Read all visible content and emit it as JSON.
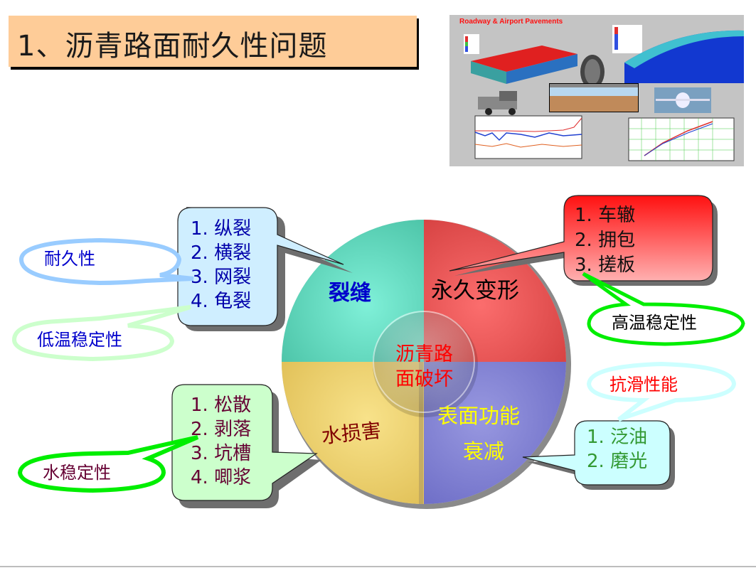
{
  "slide": {
    "title": "1、沥青路面耐久性问题",
    "title_bg": "#fecc98"
  },
  "photo": {
    "title": "Roadway & Airport Pavements",
    "description": "Collage: pavement FE model, tire, truck, pavement layer section, airplane, test-data line chart, log-log chart"
  },
  "wheel": {
    "center": {
      "line1": "沥青路",
      "line2": "面破坏",
      "color": "#ff0000"
    },
    "segments": [
      {
        "id": "cracking",
        "label": "裂缝",
        "color": "#6fe0c4",
        "text_color": "#0000cc"
      },
      {
        "id": "permanent_deformation",
        "label": "永久变形",
        "color": "#f25c5c",
        "text_color": "#000000"
      },
      {
        "id": "water_damage",
        "label": "水损害",
        "color": "#f3d97a",
        "text_color": "#800000"
      },
      {
        "id": "surface_function",
        "label_line1": "表面功能",
        "label_line2": "衰减",
        "color": "#8a8ad8",
        "text_color": "#ffff00"
      }
    ]
  },
  "callouts": {
    "cracking": {
      "items": [
        "1. 纵裂",
        "2. 横裂",
        "3. 网裂",
        "4. 龟裂"
      ],
      "bg": "#cfeeff",
      "text_color": "#0000aa"
    },
    "deformation": {
      "items": [
        "1. 车辙",
        "2. 拥包",
        "3. 搓板"
      ],
      "bg_top": "#ff1010",
      "bg_bottom": "#ffb0b0"
    },
    "water": {
      "items": [
        "1. 松散",
        "2. 剥落",
        "3. 坑槽",
        "4. 唧浆"
      ],
      "bg": "#ccffcc",
      "text_color": "#660033"
    },
    "surface": {
      "items": [
        "1. 泛油",
        "2. 磨光"
      ],
      "bg": "#ccffff",
      "text_color": "#339933"
    }
  },
  "property_bubbles": {
    "durability": {
      "label": "耐久性",
      "border": "#99ccff",
      "text_color": "#0000cc"
    },
    "low_temp": {
      "label": "低温稳定性",
      "border": "#ccffcc",
      "text_color": "#0000cc"
    },
    "high_temp": {
      "label": "高温稳定性",
      "border": "#00ff00",
      "text_color": "#000000"
    },
    "skid": {
      "label": "抗滑性能",
      "border": "#ccffff",
      "text_color": "#ff0000"
    },
    "water_stability": {
      "label": "水稳定性",
      "border": "#00ff00",
      "text_color": "#660033"
    }
  }
}
